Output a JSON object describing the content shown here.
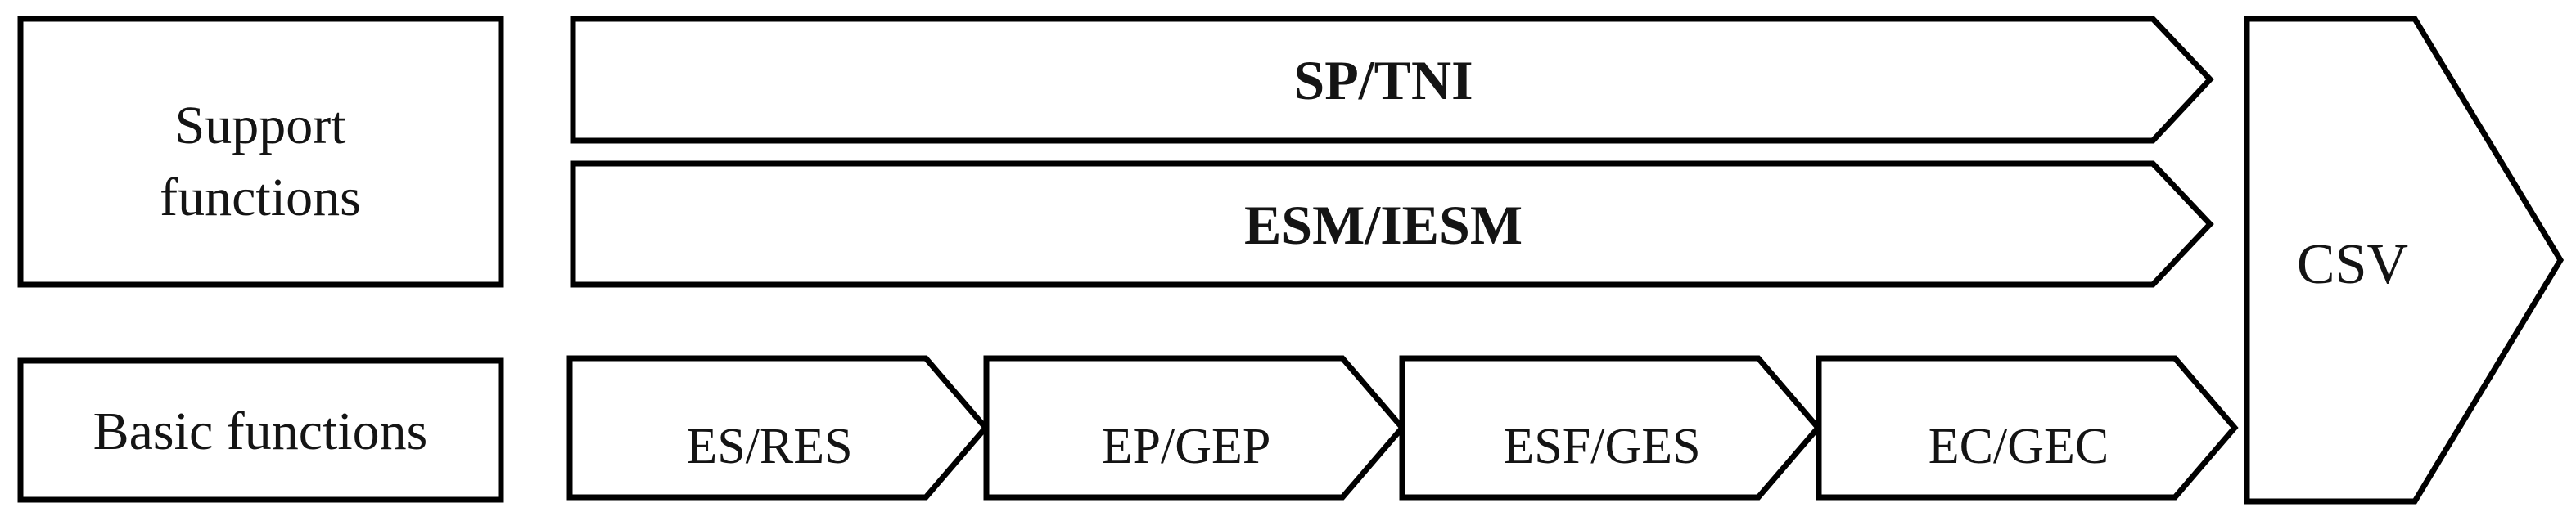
{
  "figure": {
    "background": "#ffffff",
    "shape_fill": "#ffffff",
    "stroke_color": "#000000",
    "text_color": "#141414"
  },
  "rows": {
    "support": {
      "label_line1": "Support",
      "label_line2": "functions"
    },
    "basic": {
      "label": "Basic functions"
    }
  },
  "support_functions": {
    "items": [
      {
        "label": "SP/TNI"
      },
      {
        "label": "ESM/IESM"
      }
    ]
  },
  "basic_functions": {
    "items": [
      {
        "label": "ES/RES"
      },
      {
        "label": "EP/GEP"
      },
      {
        "label": "ESF/GES"
      },
      {
        "label": "EC/GEC"
      }
    ]
  },
  "output": {
    "label": "CSV"
  }
}
